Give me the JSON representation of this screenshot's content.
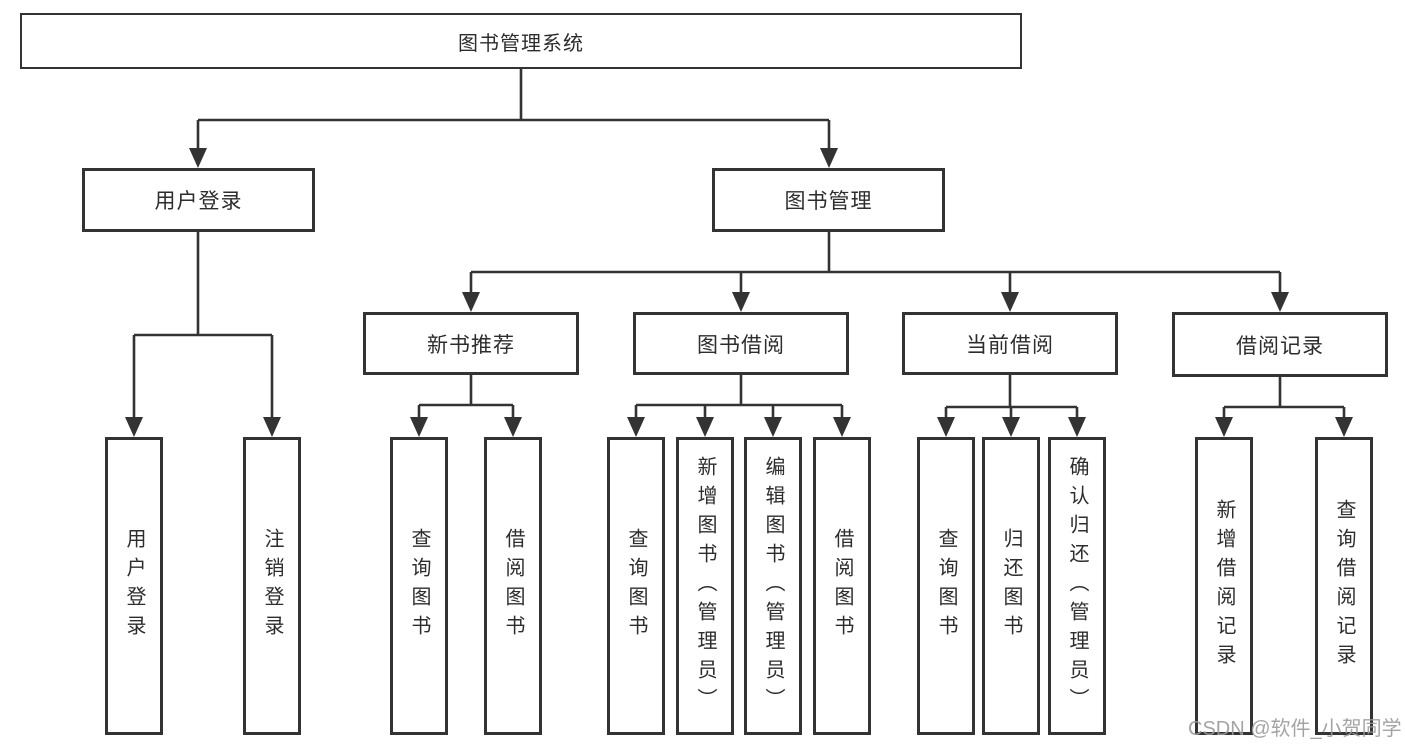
{
  "tree": {
    "root": "图书管理系统",
    "branches": [
      {
        "label": "用户登录",
        "children": [
          "用户登录",
          "注销登录"
        ]
      },
      {
        "label": "图书管理",
        "sections": [
          {
            "label": "新书推荐",
            "children": [
              "查询图书",
              "借阅图书"
            ]
          },
          {
            "label": "图书借阅",
            "children": [
              "查询图书",
              "新增图书（管理员）",
              "编辑图书（管理员）",
              "借阅图书"
            ]
          },
          {
            "label": "当前借阅",
            "children": [
              "查询图书",
              "归还图书",
              "确认归还（管理员）"
            ]
          },
          {
            "label": "借阅记录",
            "children": [
              "新增借阅记录",
              "查询借阅记录"
            ]
          }
        ]
      }
    ]
  },
  "watermark": {
    "text": "CSDN @软件_小贺同学"
  },
  "colors": {
    "line": "#333333",
    "text": "#2d2d2d",
    "watermark": "#9b9b9b",
    "background": "#ffffff"
  }
}
